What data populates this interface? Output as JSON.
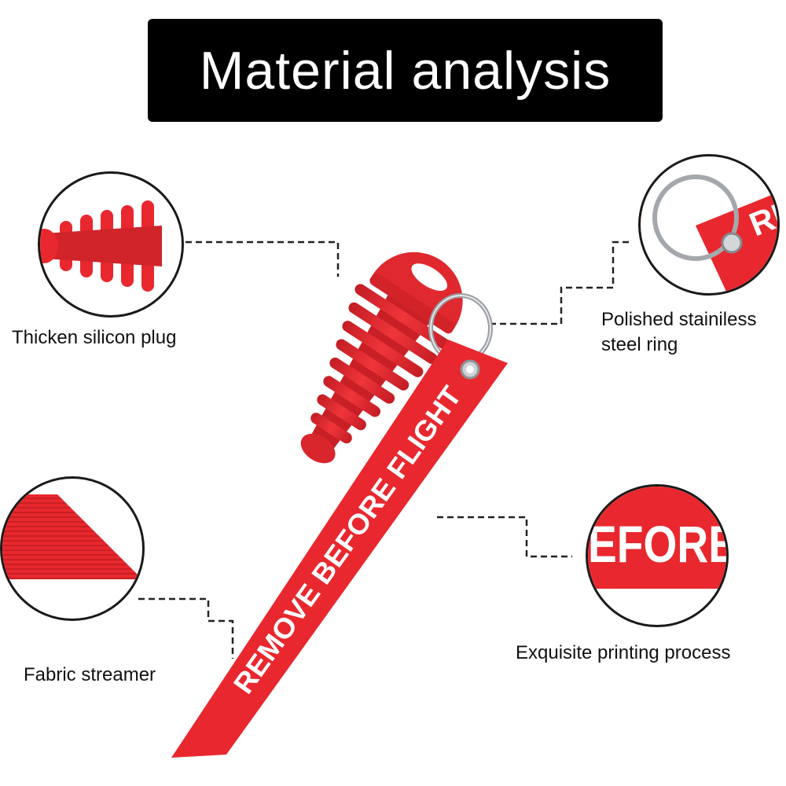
{
  "title": "Material analysis",
  "product_text": "REMOVE BEFORE FLIGHT",
  "callouts": {
    "plug": "Thicken silicon plug",
    "ring_line1": "Polished stainiless",
    "ring_line2": "steel ring",
    "streamer": "Fabric streamer",
    "printing": "Exquisite printing process"
  },
  "detail_texts": {
    "ring_tag": "RE",
    "printing": "EFORE"
  },
  "colors": {
    "red": "#e8282e",
    "dark_red": "#b81c22",
    "black": "#000000",
    "white": "#ffffff"
  }
}
